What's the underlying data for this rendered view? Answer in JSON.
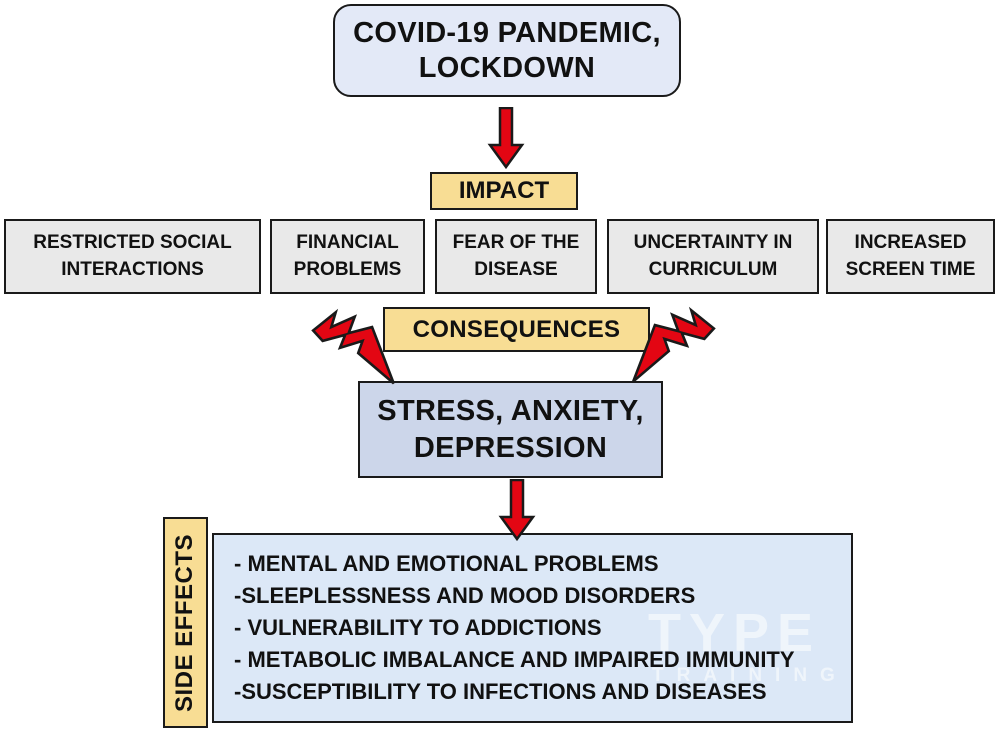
{
  "diagram": {
    "title_box": {
      "lines": [
        "COVID-19 PANDEMIC,",
        "LOCKDOWN"
      ]
    },
    "impact_label": "IMPACT",
    "impact_factors": [
      "RESTRICTED SOCIAL INTERACTIONS",
      "FINANCIAL PROBLEMS",
      "FEAR OF THE DISEASE",
      "UNCERTAINTY IN CURRICULUM",
      "INCREASED SCREEN TIME"
    ],
    "consequences_label": "CONSEQUENCES",
    "stress_box": {
      "lines": [
        "STRESS, ANXIETY,",
        "DEPRESSION"
      ]
    },
    "side_effects_label": "SIDE EFFECTS",
    "side_effects": [
      "- MENTAL AND EMOTIONAL PROBLEMS",
      "-SLEEPLESSNESS AND MOOD DISORDERS",
      "- VULNERABILITY TO ADDICTIONS",
      "- METABOLIC IMBALANCE AND IMPAIRED IMMUNITY",
      "-SUSCEPTIBILITY TO INFECTIONS AND DISEASES"
    ],
    "watermark": {
      "line1": "TYPE",
      "line2": "TRAINING"
    },
    "colors": {
      "arrow_red": "#e30613",
      "label_yellow": "#f8dd94",
      "title_blue": "#e3e9f7",
      "stress_blue": "#ccd6ea",
      "effects_blue": "#dce8f7",
      "factor_gray": "#e9e9e9",
      "border_black": "#1a1a1a",
      "watermark_white": "#ffffff"
    }
  }
}
